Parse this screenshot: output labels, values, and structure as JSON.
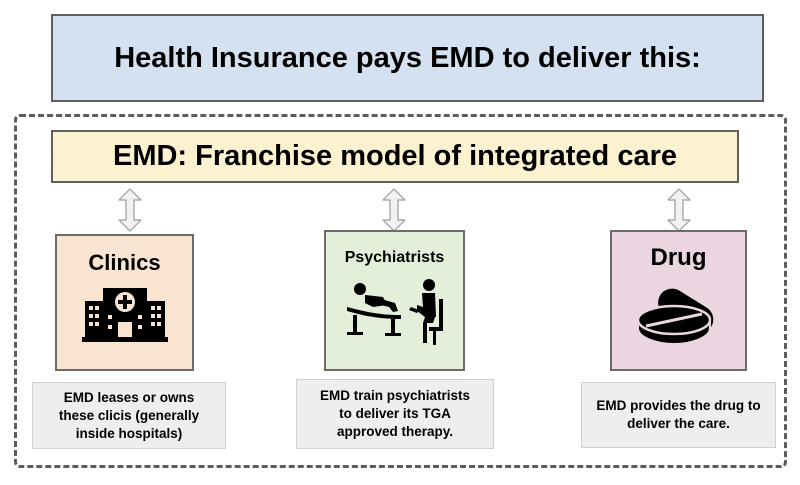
{
  "header": {
    "title": "Health Insurance pays EMD to deliver this:"
  },
  "model": {
    "title": "EMD: Franchise model of integrated care"
  },
  "components": [
    {
      "title": "Clinics",
      "icon": "hospital-icon",
      "background": "#f8e4d0",
      "note": "EMD leases or owns\nthese clicis (generally\ninside hospitals)"
    },
    {
      "title": "Psychiatrists",
      "icon": "therapy-session-icon",
      "background": "#e4efda",
      "note": "EMD train psychiatrists\nto deliver its TGA\napproved therapy."
    },
    {
      "title": "Drug",
      "icon": "pills-icon",
      "background": "#ead5e0",
      "note": "EMD provides the drug to\ndeliver the care."
    }
  ],
  "colors": {
    "header_bg": "#d4e1f0",
    "model_bg": "#fcf2cf",
    "note_bg": "#eeeeee",
    "border": "#5f5f5f"
  }
}
